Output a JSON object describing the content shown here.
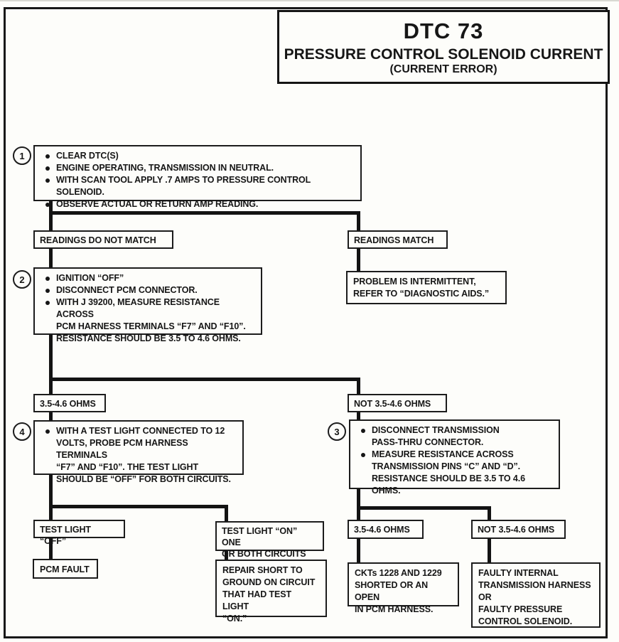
{
  "title": {
    "code": "DTC 73",
    "line1": "PRESSURE CONTROL SOLENOID CURRENT",
    "line2": "(CURRENT ERROR)"
  },
  "step1": {
    "num": "1",
    "bullets": [
      "CLEAR DTC(S)",
      "ENGINE OPERATING, TRANSMISSION IN NEUTRAL.",
      "WITH SCAN TOOL APPLY .7 AMPS TO PRESSURE CONTROL SOLENOID.",
      "OBSERVE ACTUAL OR RETURN AMP READING."
    ]
  },
  "step2": {
    "num": "2",
    "bullets": [
      "IGNITION “OFF”",
      "DISCONNECT PCM CONNECTOR.",
      "WITH J 39200, MEASURE RESISTANCE ACROSS\nPCM HARNESS TERMINALS “F7” AND “F10”.\nRESISTANCE SHOULD BE 3.5 TO 4.6 OHMS."
    ]
  },
  "step3": {
    "num": "3",
    "bullets": [
      "DISCONNECT TRANSMISSION\nPASS-THRU CONNECTOR.",
      "MEASURE RESISTANCE ACROSS\nTRANSMISSION PINS “C” AND “D”.\nRESISTANCE SHOULD BE 3.5 TO 4.6 OHMS."
    ]
  },
  "step4": {
    "num": "4",
    "bullets": [
      "WITH A TEST LIGHT CONNECTED TO 12\nVOLTS, PROBE PCM HARNESS TERMINALS\n“F7” AND “F10”.  THE TEST LIGHT\nSHOULD BE “OFF” FOR BOTH CIRCUITS."
    ]
  },
  "branch": {
    "readings_no_match": "READINGS DO NOT MATCH",
    "readings_match": "READINGS MATCH",
    "ohms_left": "3.5-4.6 OHMS",
    "not_ohms_left": "NOT 3.5-4.6 OHMS",
    "test_light_off": "TEST LIGHT “OFF”",
    "test_light_on": "TEST LIGHT “ON” ONE\nOR BOTH CIRCUITS",
    "ohms_right": "3.5-4.6 OHMS",
    "not_ohms_right": "NOT 3.5-4.6 OHMS"
  },
  "outcome": {
    "intermittent": "PROBLEM IS INTERMITTENT,\nREFER TO “DIAGNOSTIC AIDS.”",
    "pcm_fault": "PCM FAULT",
    "repair_short": "REPAIR SHORT TO\nGROUND ON CIRCUIT\nTHAT HAD TEST LIGHT\n“ON.”",
    "ckts": "CKTs 1228 AND 1229\nSHORTED OR AN OPEN\nIN PCM HARNESS.",
    "faulty": "FAULTY INTERNAL\nTRANSMISSION HARNESS\nOR\nFAULTY PRESSURE\nCONTROL SOLENOID."
  },
  "colors": {
    "ink": "#161616",
    "paper": "#fdfdfa"
  }
}
